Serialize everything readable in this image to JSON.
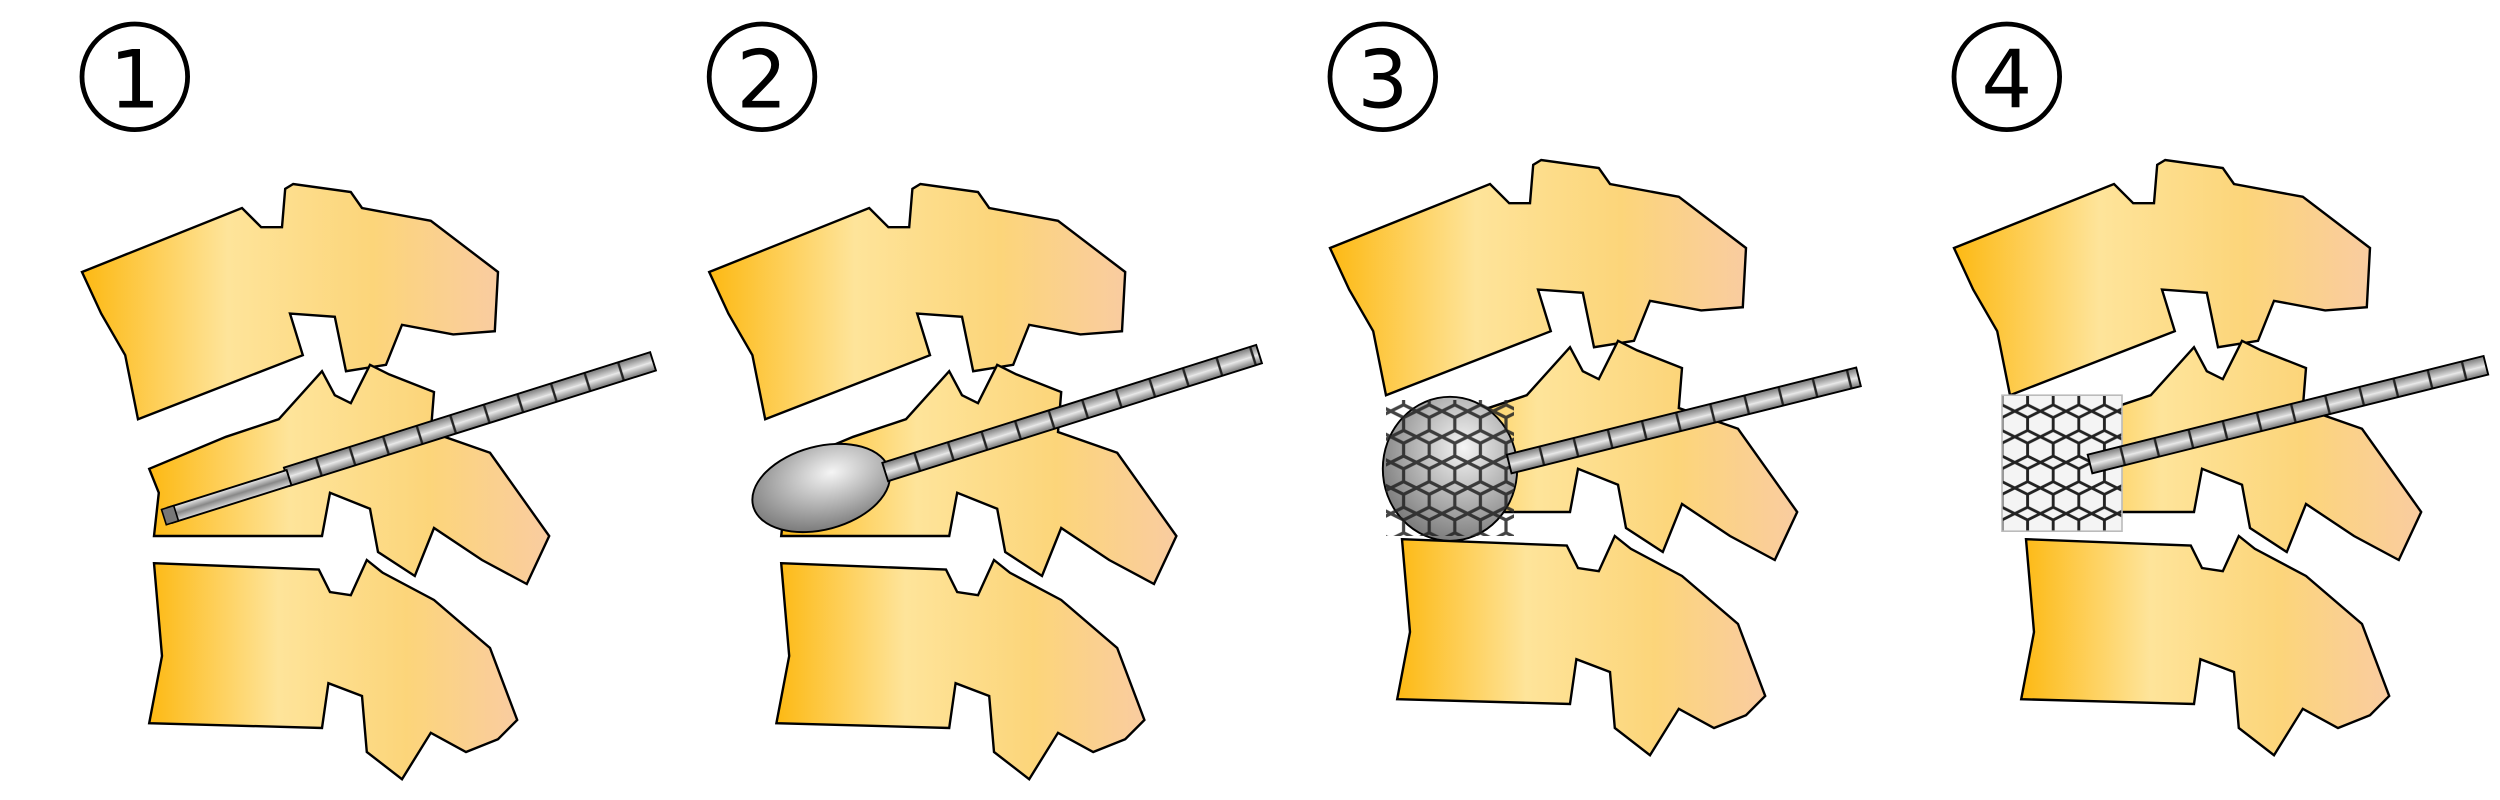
{
  "panels": [
    {
      "label": "1",
      "step": "cannula-insertion"
    },
    {
      "label": "2",
      "step": "balloon-inflation"
    },
    {
      "label": "3",
      "step": "stent-expansion"
    },
    {
      "label": "4",
      "step": "stent-implanted"
    }
  ],
  "colors": {
    "bone_dark": "#fdb913",
    "bone_light": "#fee49a",
    "bone_peach": "#f9cca0",
    "outline": "#000000",
    "instrument": "#9a9a9a"
  }
}
